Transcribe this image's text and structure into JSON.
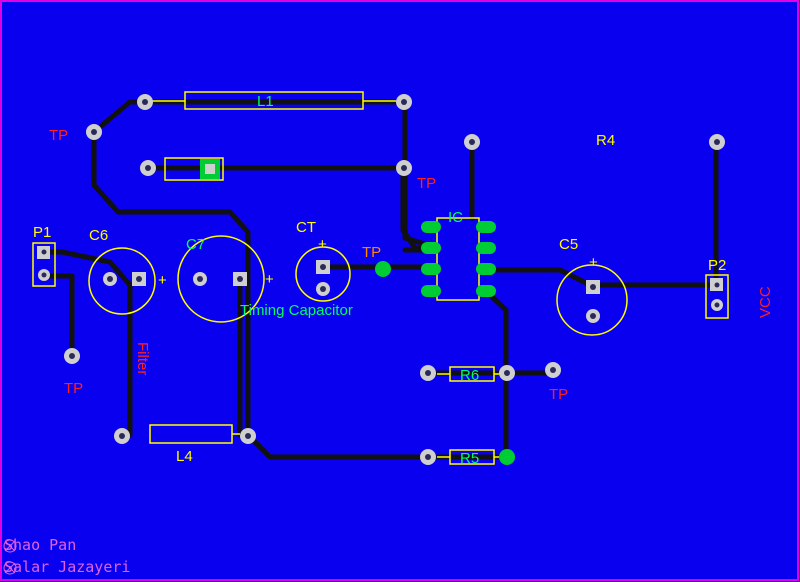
{
  "colors": {
    "board": "#0a00f0",
    "outline": "#e000e0",
    "trace": "#111111",
    "silk": "#ffff00",
    "pad": "#cfcfcf",
    "pad_hole": "#2a2a5a",
    "via_green": "#00cc33",
    "tp_red": "#ff2020",
    "annot_green": "#00ff66",
    "tp_orange": "#ff8800",
    "credit": "#e060e0"
  },
  "labels": {
    "l1": "L1",
    "l4": "L4",
    "r4": "R4",
    "r5": "R5",
    "r6": "R6",
    "c5": "C5",
    "c6": "C6",
    "c7": "C7",
    "ct": "CT",
    "ic": "IC",
    "p1": "P1",
    "p2": "P2",
    "tp": "TP",
    "vcc": "VCC",
    "filter": "Filter",
    "timing_capacitor": "Timing Capacitor",
    "plus": "+"
  },
  "credits": {
    "line1": "Shao Pan",
    "line2": "Salar Jazayeri"
  }
}
